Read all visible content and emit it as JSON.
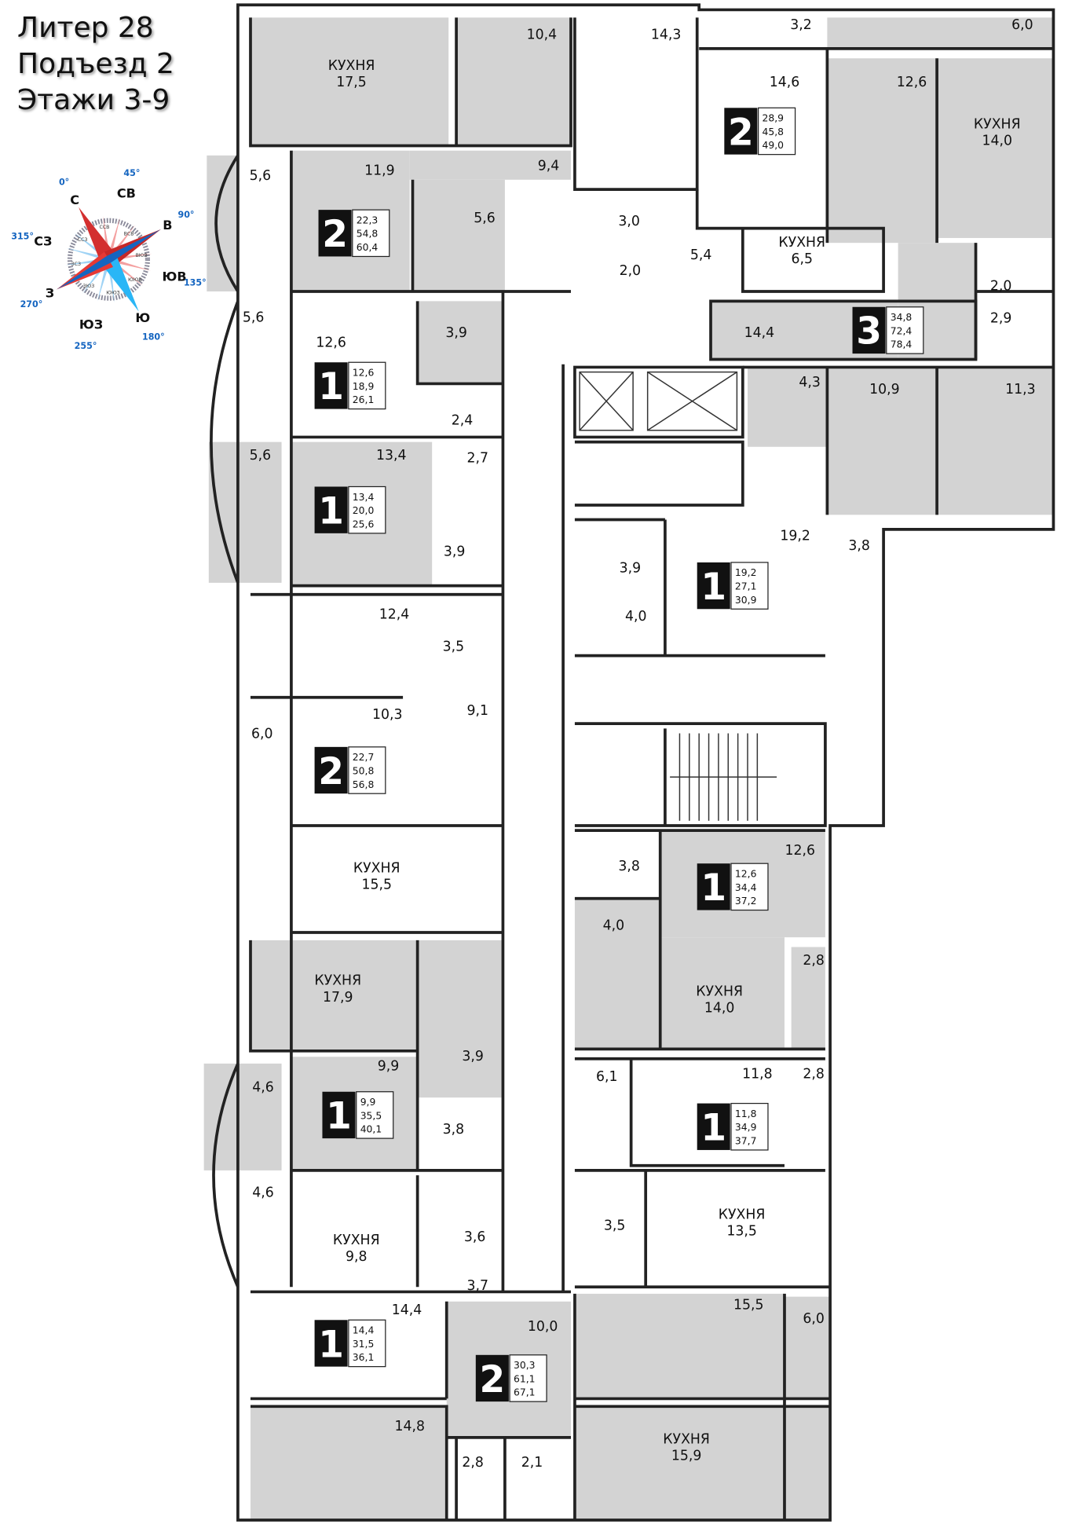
{
  "header": {
    "building": "Литер 28",
    "entrance": "Подъезд 2",
    "floors": "Этажи 3-9"
  },
  "compass": {
    "main": [
      {
        "dir": "С",
        "deg": "0°"
      },
      {
        "dir": "СВ",
        "deg": "45°"
      },
      {
        "dir": "В",
        "deg": "90°"
      },
      {
        "dir": "ЮВ",
        "deg": "135°"
      },
      {
        "dir": "Ю",
        "deg": "180°"
      },
      {
        "dir": "ЮЗ",
        "deg": "255°"
      },
      {
        "dir": "З",
        "deg": "270°"
      },
      {
        "dir": "СЗ",
        "deg": "315°"
      }
    ],
    "minor": [
      "ССВ",
      "ВСВ",
      "ВЮВ",
      "ЮЮВ",
      "ЮЮЗ",
      "ЗЮЗ",
      "ЗСЗ",
      "ССЗ"
    ],
    "colors": {
      "north": "#d32f2f",
      "south": "#1565c0",
      "light_blue": "#29b6f6"
    }
  },
  "apartments": [
    {
      "rooms": "2",
      "living": "22,3",
      "total": "54,8",
      "total_with_balcony": "60,4"
    },
    {
      "rooms": "2",
      "living": "28,9",
      "total": "45,8",
      "total_with_balcony": "49,0"
    },
    {
      "rooms": "3",
      "living": "34,8",
      "total": "72,4",
      "total_with_balcony": "78,4"
    },
    {
      "rooms": "1",
      "living": "12,6",
      "total": "18,9",
      "total_with_balcony": "26,1"
    },
    {
      "rooms": "1",
      "living": "13,4",
      "total": "20,0",
      "total_with_balcony": "25,6"
    },
    {
      "rooms": "1",
      "living": "19,2",
      "total": "27,1",
      "total_with_balcony": "30,9"
    },
    {
      "rooms": "2",
      "living": "22,7",
      "total": "50,8",
      "total_with_balcony": "56,8"
    },
    {
      "rooms": "1",
      "living": "12,6",
      "total": "34,4",
      "total_with_balcony": "37,2"
    },
    {
      "rooms": "1",
      "living": "9,9",
      "total": "35,5",
      "total_with_balcony": "40,1"
    },
    {
      "rooms": "1",
      "living": "11,8",
      "total": "34,9",
      "total_with_balcony": "37,7"
    },
    {
      "rooms": "1",
      "living": "14,4",
      "total": "31,5",
      "total_with_balcony": "36,1"
    },
    {
      "rooms": "2",
      "living": "30,3",
      "total": "61,1",
      "total_with_balcony": "67,1"
    }
  ],
  "rooms": [
    {
      "name": "КУХНЯ",
      "area": "17,5"
    },
    {
      "area": "10,4"
    },
    {
      "area": "14,3"
    },
    {
      "area": "3,2"
    },
    {
      "area": "6,0"
    },
    {
      "area": "14,6"
    },
    {
      "area": "12,6"
    },
    {
      "name": "КУХНЯ",
      "area": "14,0"
    },
    {
      "area": "11,9"
    },
    {
      "area": "9,4"
    },
    {
      "area": "5,6"
    },
    {
      "area": "5,6"
    },
    {
      "area": "3,0"
    },
    {
      "area": "5,4"
    },
    {
      "name": "КУХНЯ",
      "area": "6,5"
    },
    {
      "area": "2,0"
    },
    {
      "area": "2,0"
    },
    {
      "area": "5,6"
    },
    {
      "area": "12,6"
    },
    {
      "area": "3,9"
    },
    {
      "area": "14,4"
    },
    {
      "area": "2,9"
    },
    {
      "area": "4,3"
    },
    {
      "area": "10,9"
    },
    {
      "area": "11,3"
    },
    {
      "area": "2,4"
    },
    {
      "area": "5,6"
    },
    {
      "area": "13,4"
    },
    {
      "area": "2,7"
    },
    {
      "area": "19,2"
    },
    {
      "area": "3,8"
    },
    {
      "area": "3,9"
    },
    {
      "area": "3,9"
    },
    {
      "area": "4,0"
    },
    {
      "area": "12,4"
    },
    {
      "area": "3,5"
    },
    {
      "area": "9,1"
    },
    {
      "area": "10,3"
    },
    {
      "area": "6,0"
    },
    {
      "area": "12,6"
    },
    {
      "area": "3,8"
    },
    {
      "name": "КУХНЯ",
      "area": "15,5"
    },
    {
      "area": "4,0"
    },
    {
      "name": "КУХНЯ",
      "area": "14,0"
    },
    {
      "area": "2,8"
    },
    {
      "name": "КУХНЯ",
      "area": "17,9"
    },
    {
      "area": "3,9"
    },
    {
      "area": "9,9"
    },
    {
      "area": "4,6"
    },
    {
      "area": "6,1"
    },
    {
      "area": "11,8"
    },
    {
      "area": "2,8"
    },
    {
      "area": "3,8"
    },
    {
      "area": "4,6"
    },
    {
      "name": "КУХНЯ",
      "area": "13,5"
    },
    {
      "area": "3,5"
    },
    {
      "area": "3,6"
    },
    {
      "name": "КУХНЯ",
      "area": "9,8"
    },
    {
      "area": "3,7"
    },
    {
      "area": "14,4"
    },
    {
      "area": "15,5"
    },
    {
      "area": "6,0"
    },
    {
      "area": "10,0"
    },
    {
      "area": "14,8"
    },
    {
      "name": "КУХНЯ",
      "area": "15,9"
    },
    {
      "area": "2,8"
    },
    {
      "area": "2,1"
    }
  ],
  "colors": {
    "room_fill": "#d3d3d3",
    "wall": "#222222",
    "badge": "#111111"
  }
}
